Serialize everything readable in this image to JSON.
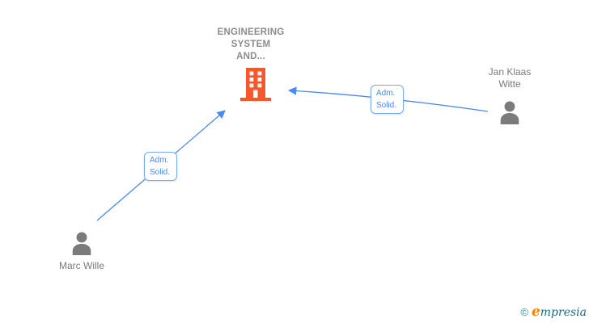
{
  "company": {
    "name": "ENGINEERING\nSYSTEM\nAND..."
  },
  "people": {
    "jan_klaas_witte": {
      "name": "Jan Klaas\nWitte"
    },
    "marc_wille": {
      "name": "Marc Wille"
    }
  },
  "edges": {
    "jan_to_company": {
      "label": "Adm.\nSolid."
    },
    "marc_to_company": {
      "label": "Adm.\nSolid."
    }
  },
  "branding": {
    "copyright_symbol": "©",
    "brand_initial": "e",
    "brand_rest": "mpresia"
  },
  "icons": {
    "company": "building-icon",
    "person": "person-icon"
  },
  "colors": {
    "edge_blue": "#4a89f2",
    "edge_label_border": "#7aa9f7",
    "building_orange": "#f8572b",
    "person_gray": "#7b7b7b",
    "company_name_gray": "#8c8c8c",
    "person_name_gray": "#7a7a7a",
    "brand_teal": "#1c6a82",
    "brand_orange": "#ef8607",
    "brand_copyright_teal": "#2a89a0"
  }
}
